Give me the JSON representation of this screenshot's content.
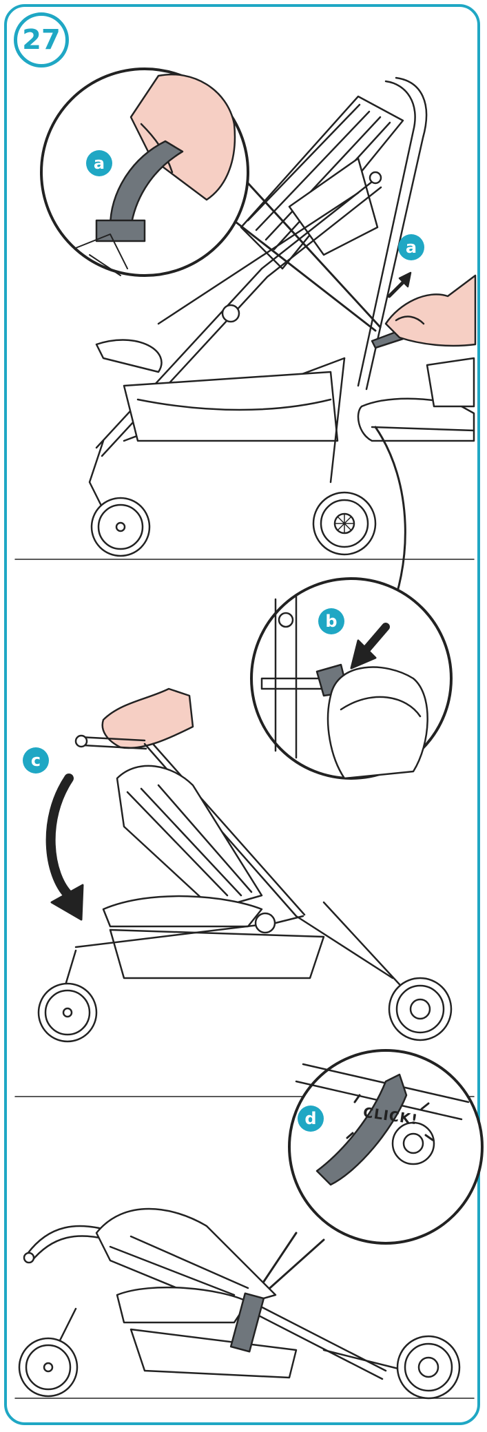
{
  "step_number": "27",
  "labels": {
    "a_inset": "a",
    "a_arrow": "a",
    "b": "b",
    "c": "c",
    "d": "d"
  },
  "click_text": "CLICK!",
  "colors": {
    "accent": "#1fa7c4",
    "line": "#222222",
    "grey": "#6f767c",
    "skin": "#f6cfc4"
  }
}
